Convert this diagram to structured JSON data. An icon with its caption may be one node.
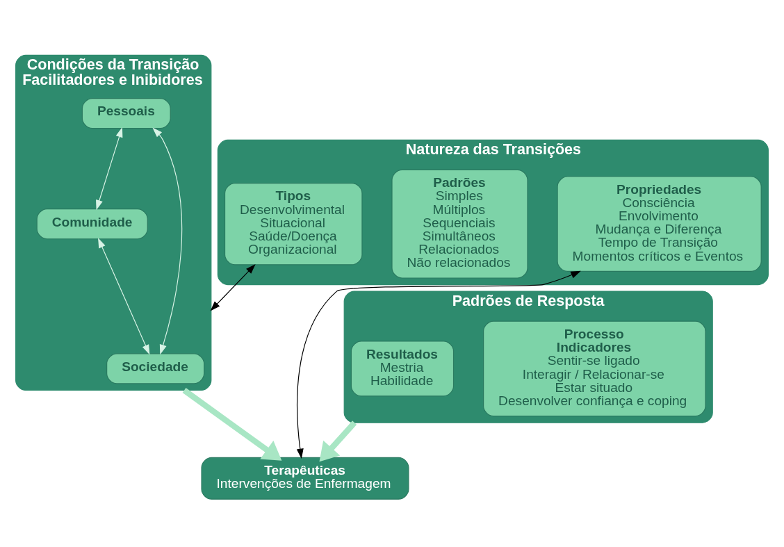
{
  "diagram": {
    "nodes": [
      {
        "text": [
          "Natureza das Transições"
        ]
      },
      {
        "text": [
          "Tipos",
          "Desenvolvimental",
          "Situacional",
          "Saúde/Doença",
          "Organizacional"
        ],
        "in": 0
      },
      {
        "text": [
          "Padrões",
          "Simples",
          "Múltiplos",
          "Sequenciais",
          "Simultâneos",
          "Relacionados",
          "Não relacionados"
        ],
        "in": 0
      },
      {
        "text": [
          "Propriedades",
          "Consciência",
          "Envolvimento",
          "Mudança e Diferença",
          "Tempo de Transição",
          "Momentos críticos e Eventos"
        ],
        "in": 0
      },
      {
        "text": [
          "Condições da Transição",
          "Facilitadores e Inibidores"
        ]
      },
      {
        "text": [
          "Pessoais"
        ],
        "in": 4
      },
      {
        "text": [
          "Comunidade"
        ],
        "in": 4
      },
      {
        "text": [
          "Sociedade"
        ],
        "in": 4
      },
      {
        "text": [
          "Padrões de Resposta"
        ]
      },
      {
        "text": [
          "Processo",
          "Indicadores",
          "Sentir-se ligado",
          "Interagir / Relacionar-se",
          "Estar situado",
          "Desenvolver confiança e coping"
        ],
        "in": 8
      },
      {
        "text": [
          "Resultados",
          "Mestria",
          "Habilidade"
        ],
        "in": 8
      },
      {
        "text": [
          "Terapêuticas",
          "Intervenções de Enfermagem"
        ]
      }
    ],
    "edges": [
      {
        "from": 1,
        "to": 4,
        "arrow": "both",
        "color": "#000000"
      },
      {
        "from": 5,
        "to": 6,
        "arrow": "both",
        "color": "#d8f3e6"
      },
      {
        "from": 5,
        "to": 7,
        "arrow": "both",
        "color": "#d8f3e6"
      },
      {
        "from": 6,
        "to": 7,
        "arrow": "both",
        "color": "#d8f3e6"
      },
      {
        "from": 4,
        "to": 11,
        "arrow": "to",
        "style": "thick",
        "color": "#a8e6c4"
      },
      {
        "from": 8,
        "to": 11,
        "arrow": "to",
        "style": "thick",
        "color": "#a8e6c4"
      },
      {
        "from": 3,
        "to": 11,
        "arrow": "both",
        "color": "#000000"
      }
    ]
  }
}
